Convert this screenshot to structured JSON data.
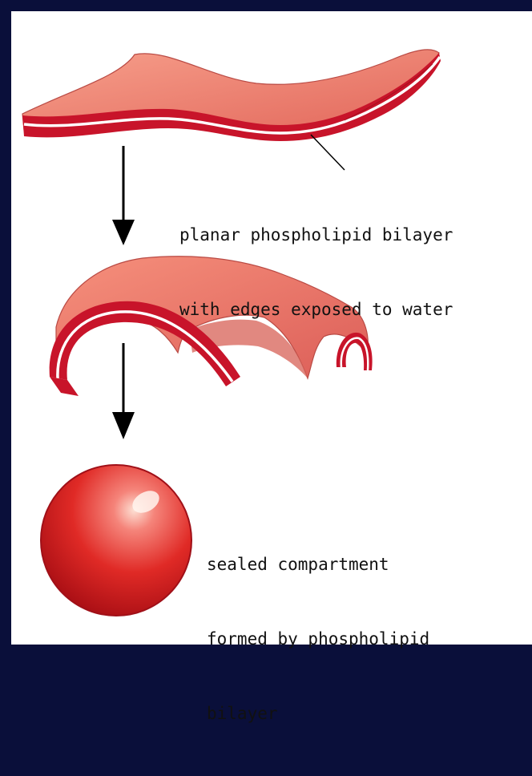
{
  "labels": {
    "bilayer": {
      "line1": "planar phospholipid bilayer",
      "line2": "with edges exposed to water"
    },
    "compartment": {
      "line1": "sealed compartment",
      "line2": "formed by phospholipid",
      "line3": "bilayer"
    }
  },
  "colors": {
    "background": "#0a0f3a",
    "panel": "#ffffff",
    "membrane_face": "#f0806c",
    "membrane_edge": "#c8142a",
    "membrane_core": "#ffffff",
    "sphere": "#e02a26",
    "arrow": "#000000"
  }
}
